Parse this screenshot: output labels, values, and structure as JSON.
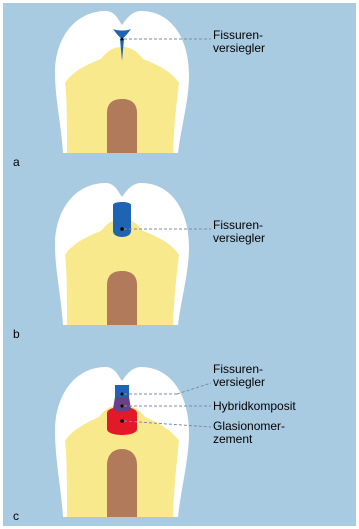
{
  "colors": {
    "background": "#a9cbe2",
    "enamel": "#ffffff",
    "dentin": "#f7e98c",
    "pulp": "#b07a5b",
    "sealant": "#1f63b3",
    "hybrid_composite": "#6b3f86",
    "glass_ionomer": "#e3192a",
    "leader_line": "#7a8da0"
  },
  "panels": [
    {
      "letter": "a",
      "labels": [
        {
          "line1": "Fissuren-",
          "line2": "versiegler"
        }
      ]
    },
    {
      "letter": "b",
      "labels": [
        {
          "line1": "Fissuren-",
          "line2": "versiegler"
        }
      ]
    },
    {
      "letter": "c",
      "labels": [
        {
          "line1": "Fissuren-",
          "line2": "versiegler"
        },
        {
          "line1": "Hybridkomposit",
          "line2": ""
        },
        {
          "line1": "Glasionomer-",
          "line2": "zement"
        }
      ]
    }
  ]
}
